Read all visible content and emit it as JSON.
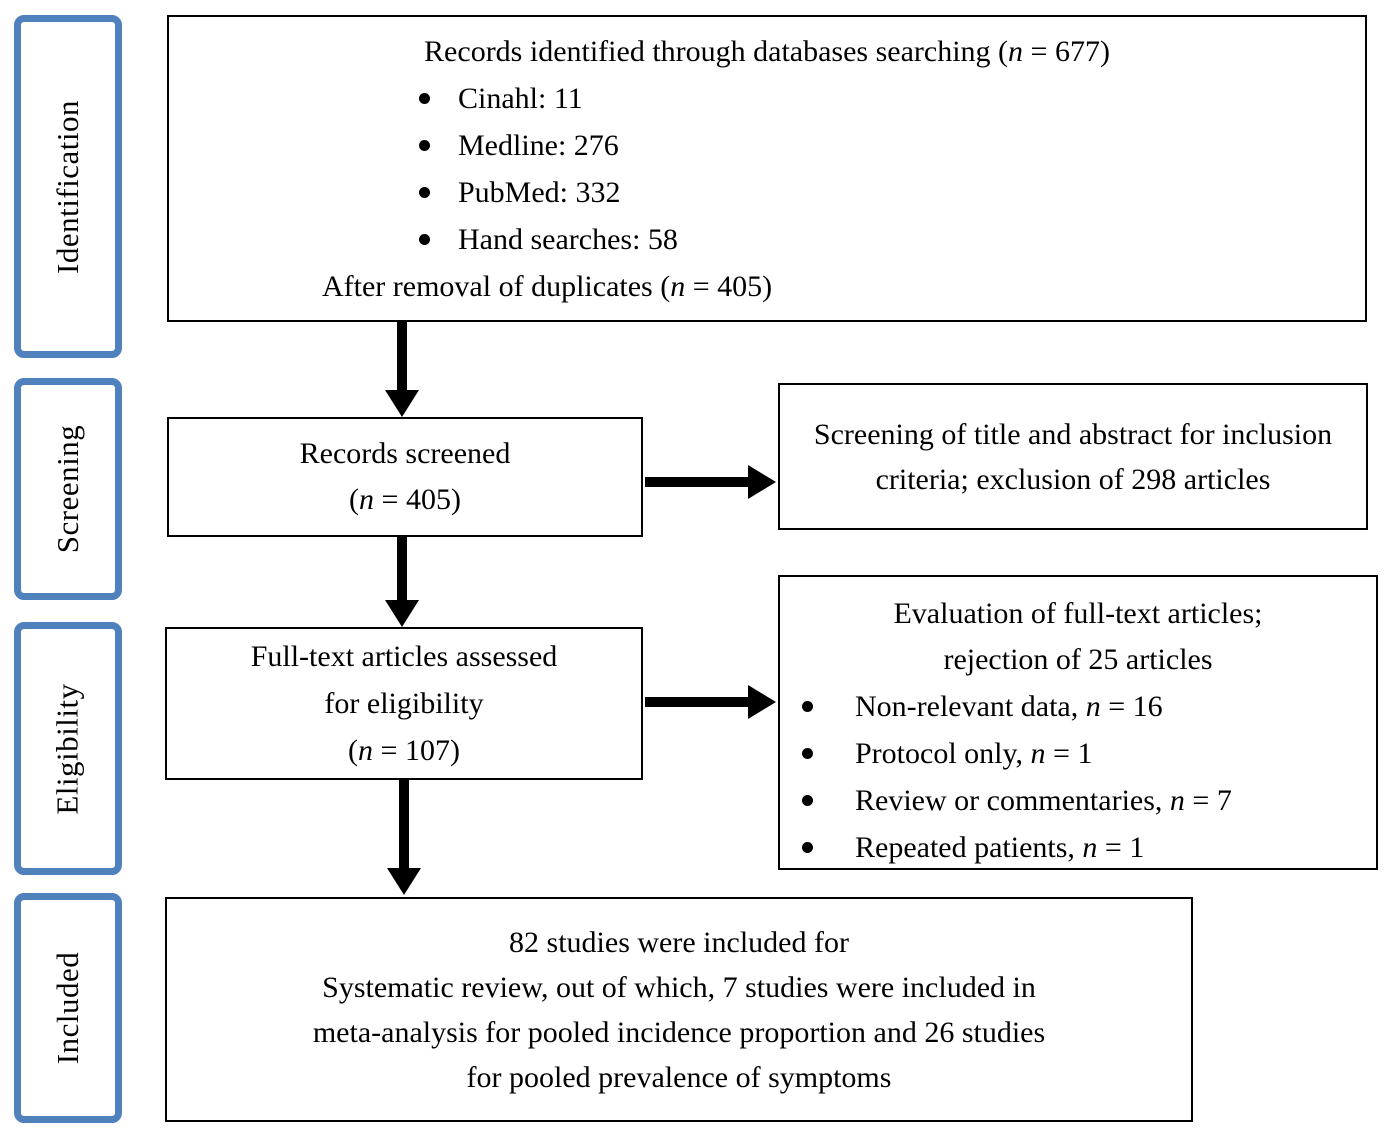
{
  "diagram": {
    "type": "prisma-flow-diagram",
    "italic_n": "n",
    "colors": {
      "stage_border": "#4f81bd",
      "box_border": "#000000",
      "arrow": "#000000",
      "text": "#000000",
      "background": "#ffffff"
    },
    "stages": [
      {
        "id": "identification",
        "label": "Identification"
      },
      {
        "id": "screening",
        "label": "Screening"
      },
      {
        "id": "eligibility",
        "label": "Eligibility"
      },
      {
        "id": "included",
        "label": "Included"
      }
    ],
    "boxes": {
      "records_identified": {
        "title_pre": "Records identified through databases searching (",
        "title_post": " = 677)",
        "bullets": [
          "Cinahl: 11",
          "Medline: 276",
          "PubMed: 332",
          "Hand searches: 58"
        ],
        "footer_pre": "After removal of duplicates (",
        "footer_post": " = 405)"
      },
      "records_screened": {
        "line1": "Records screened",
        "count_pre": "(",
        "count_post": " = 405)"
      },
      "title_abstract_screening": {
        "text": "Screening of title and abstract for inclusion criteria; exclusion of 298 articles"
      },
      "fulltext_assessed": {
        "line1": "Full-text articles assessed",
        "line2": "for eligibility",
        "count_pre": "(",
        "count_post": " = 107)"
      },
      "fulltext_evaluation": {
        "title_line1": "Evaluation of full-text articles;",
        "title_line2": "rejection of 25 articles",
        "bullets": [
          {
            "pre": "Non-relevant data, ",
            "post": " = 16"
          },
          {
            "pre": "Protocol only, ",
            "post": " = 1"
          },
          {
            "pre": "Review or commentaries, ",
            "post": " = 7"
          },
          {
            "pre": "Repeated patients, ",
            "post": " = 1"
          }
        ]
      },
      "included_studies": {
        "lines": [
          "82 studies were included for",
          "Systematic review, out of which, 7 studies were included in",
          "meta-analysis for pooled incidence proportion and 26 studies",
          "for pooled prevalence of symptoms"
        ]
      }
    }
  }
}
